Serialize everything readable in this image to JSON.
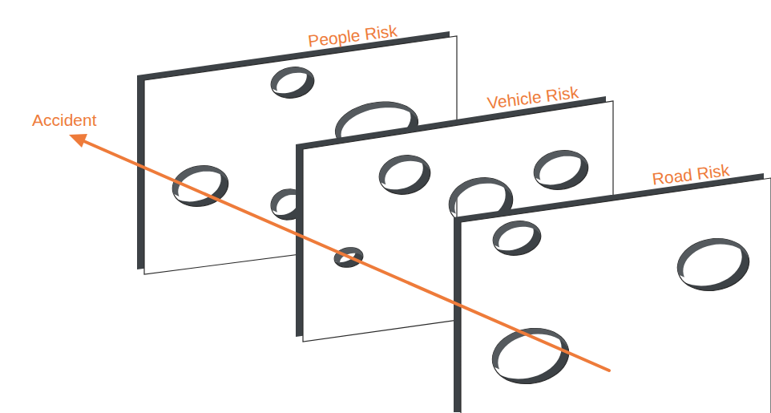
{
  "diagram": {
    "nodes": [
      {
        "text": [
          "People Risk"
        ]
      },
      {
        "text": [
          "Vehicle Risk"
        ]
      },
      {
        "text": [
          "Road Risk"
        ]
      }
    ],
    "labels": [
      "Accident"
    ]
  }
}
